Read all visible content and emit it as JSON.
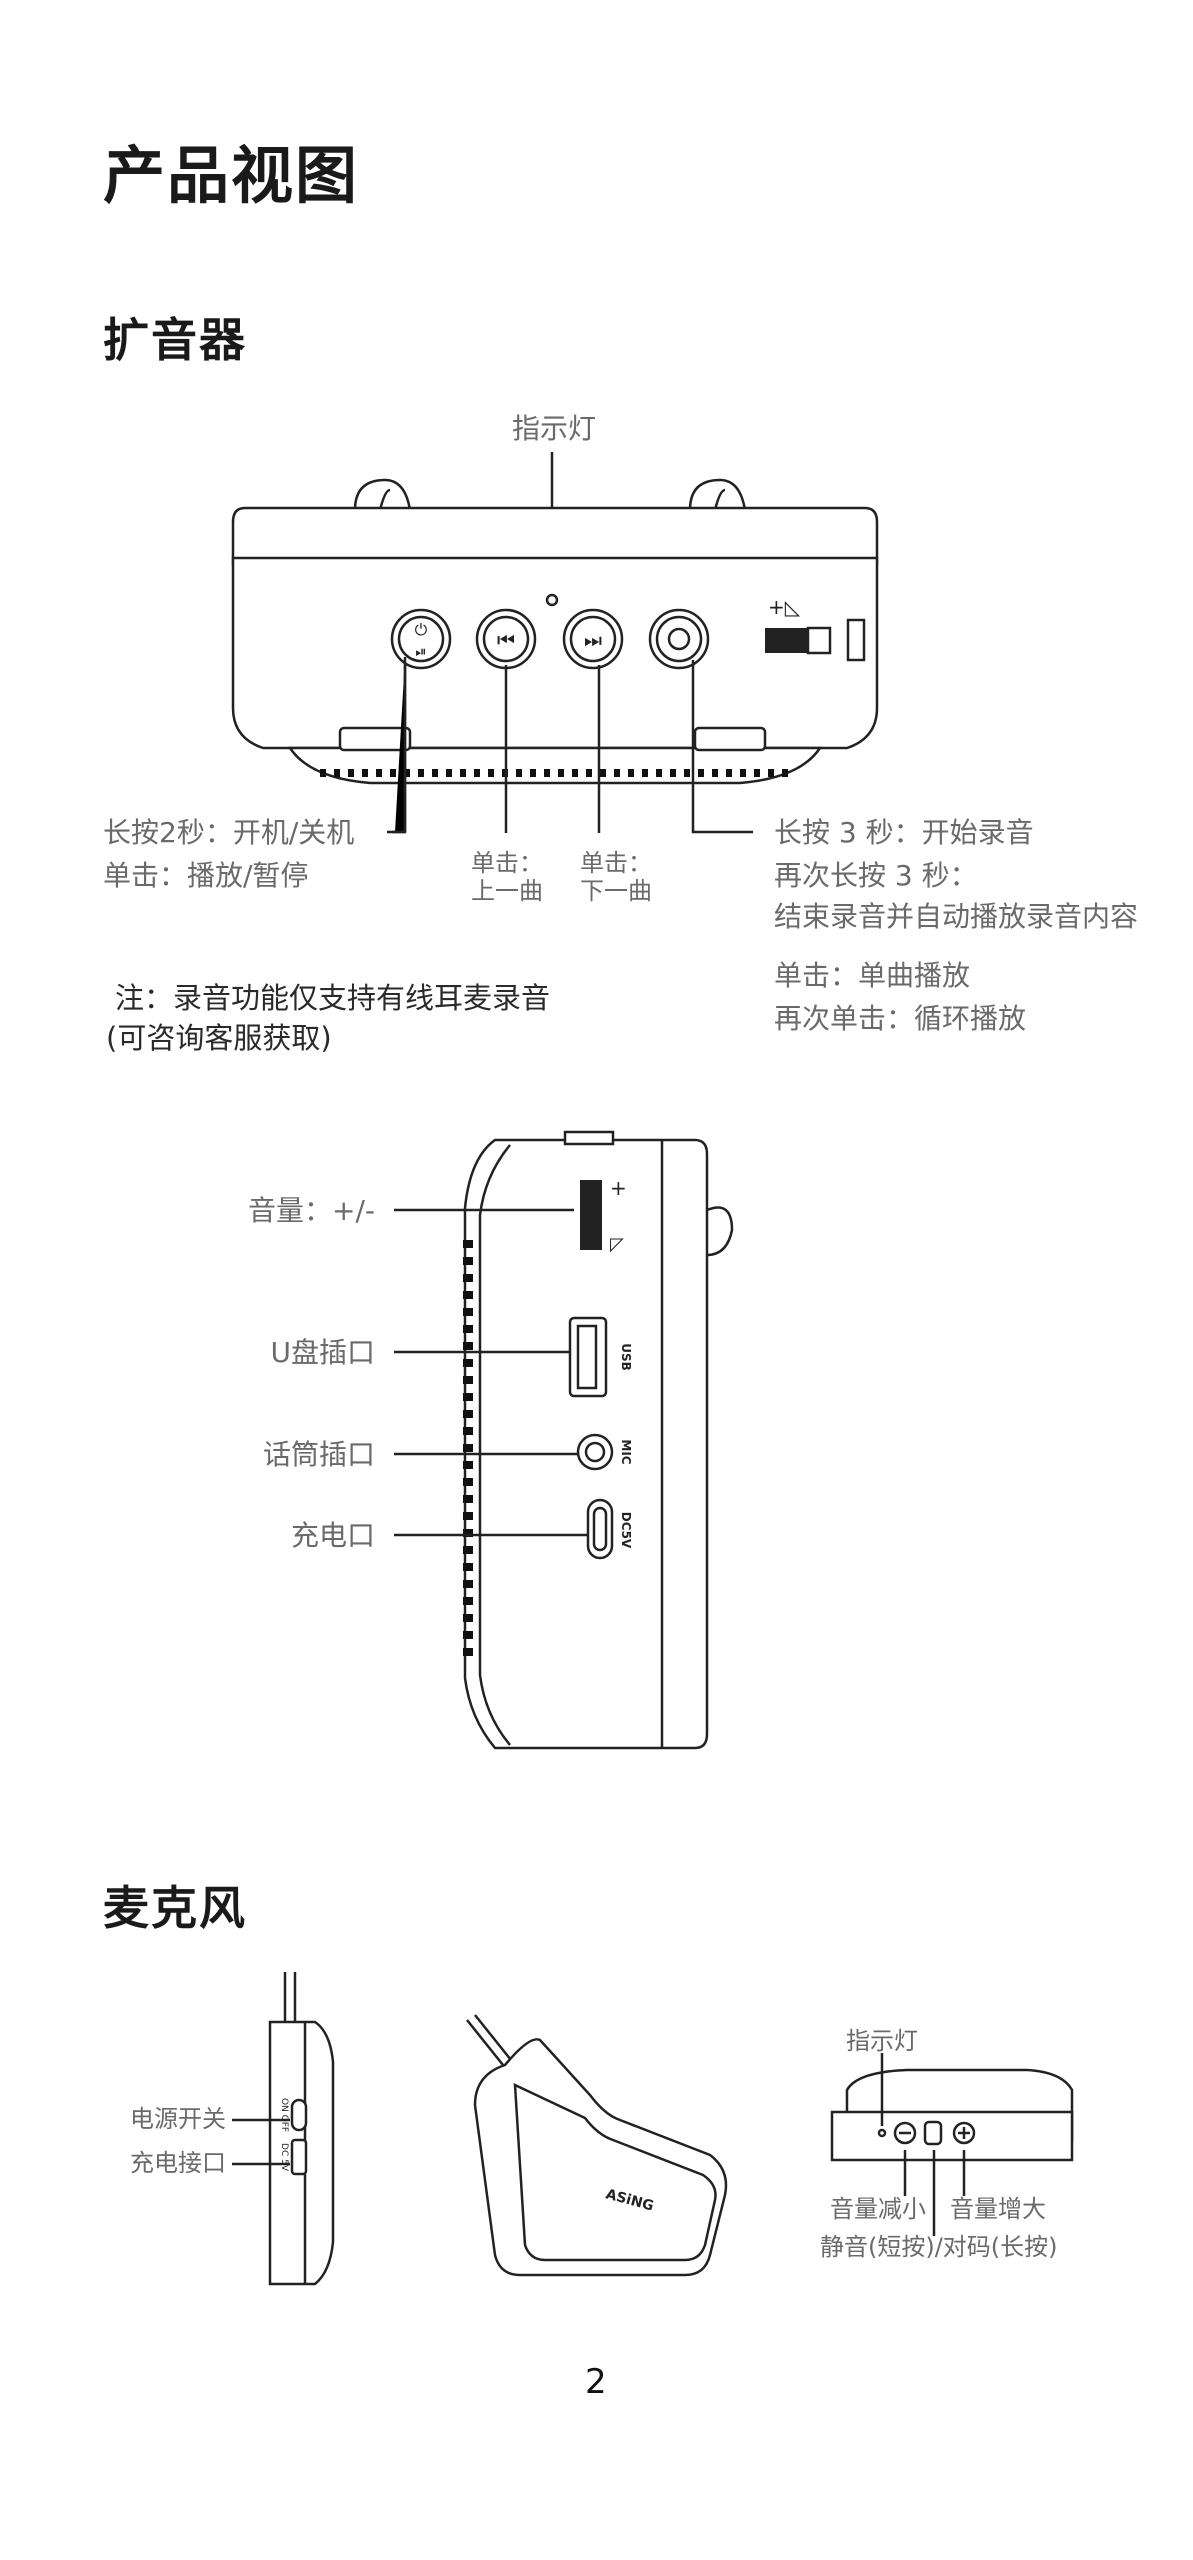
{
  "page": {
    "title": "产品视图",
    "page_number": "2"
  },
  "speaker": {
    "heading": "扩音器",
    "front": {
      "indicator_label": "指示灯",
      "power_button": {
        "line1": "长按2秒：开机/关机",
        "line2": "单击：播放/暂停"
      },
      "prev_button": {
        "line1": "单击：",
        "line2": "上一曲"
      },
      "next_button": {
        "line1": "单击：",
        "line2": "下一曲"
      },
      "record_button": {
        "line1": "长按 3 秒：开始录音",
        "line2": "再次长按 3 秒：",
        "line3": "结束录音并自动播放录音内容",
        "line4": "单击：单曲播放",
        "line5": "再次单击：循环播放"
      },
      "note_line1": "注：录音功能仅支持有线耳麦录音",
      "note_line2": "(可咨询客服获取)"
    },
    "side": {
      "volume_label": "音量：+/-",
      "usb_label": "U盘插口",
      "mic_label": "话筒插口",
      "charge_label": "充电口",
      "usb_marking": "USB",
      "mic_marking": "MIC",
      "dc_marking": "DC5V"
    }
  },
  "microphone": {
    "heading": "麦克风",
    "power_switch_label": "电源开关",
    "charge_port_label": "充电接口",
    "switch_marking": "ON OFF",
    "port_marking": "DC 5V",
    "brand": "ASiNG",
    "indicator_label": "指示灯",
    "volume_down_label": "音量减小",
    "volume_up_label": "音量增大",
    "mute_pair_label": "静音(短按)/对码(长按)"
  }
}
